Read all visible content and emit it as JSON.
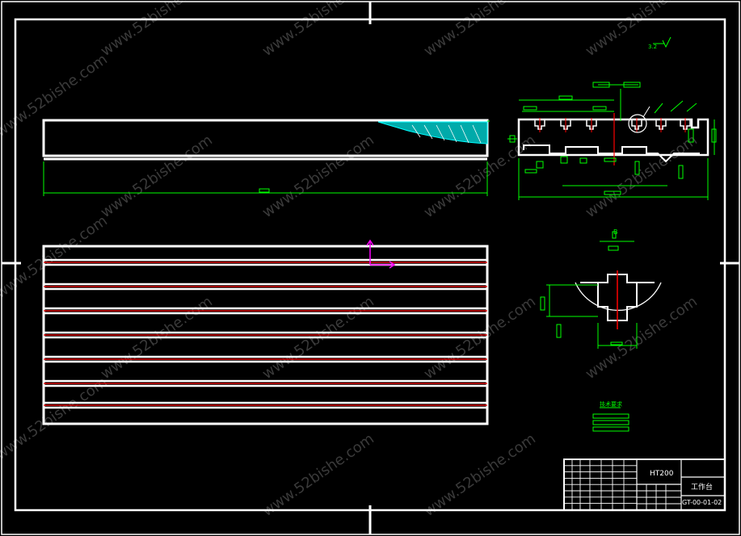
{
  "watermark": {
    "text": "www.52bishe.com"
  },
  "colors": {
    "background": "#000000",
    "outline": "#ffffff",
    "dimension": "#00ff00",
    "centerline": "#ff0000",
    "ucs": "#ff00ff",
    "hatch": "#00c8c8"
  },
  "drawing": {
    "section_label": "B",
    "annotation": "技术要求",
    "roughness_note": "3.2"
  },
  "title_block": {
    "title": "工作台",
    "code": "GT-00-01-02",
    "material": "HT200"
  },
  "ucs_icon": "ucs-axis-icon"
}
